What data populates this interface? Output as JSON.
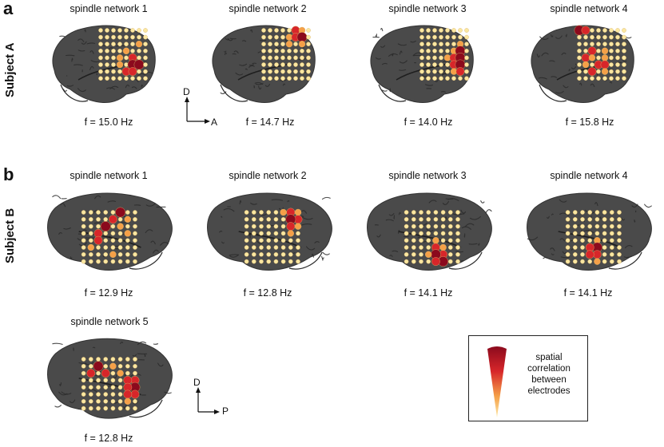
{
  "panels": [
    {
      "letter": "a",
      "subject": "Subject A",
      "networks": [
        {
          "title": "spindle network 1",
          "freq": "f = 15.0 Hz"
        },
        {
          "title": "spindle network 2",
          "freq": "f = 14.7 Hz"
        },
        {
          "title": "spindle network 3",
          "freq": "f = 14.0 Hz"
        },
        {
          "title": "spindle network 4",
          "freq": "f = 15.8 Hz"
        }
      ]
    },
    {
      "letter": "b",
      "subject": "Subject B",
      "networks": [
        {
          "title": "spindle network 1",
          "freq": "f = 12.9 Hz"
        },
        {
          "title": "spindle network 2",
          "freq": "f = 12.8 Hz"
        },
        {
          "title": "spindle network 3",
          "freq": "f = 14.1 Hz"
        },
        {
          "title": "spindle network 4",
          "freq": "f = 14.1 Hz"
        },
        {
          "title": "spindle network 5",
          "freq": "f = 12.8 Hz"
        }
      ]
    }
  ],
  "axes": {
    "a": {
      "up": "D",
      "right": "A"
    },
    "b": {
      "up": "D",
      "right": "P"
    }
  },
  "legend": {
    "text_line1": "spatial",
    "text_line2": "correlation",
    "text_line3": "between",
    "text_line4": "electrodes"
  },
  "colors": {
    "brain": "#4a4a4a",
    "sulcus": "#2a2a2a",
    "electrode_low": "#fbe7a1",
    "electrode_mid": "#f5a048",
    "electrode_high": "#d7262a",
    "electrode_max": "#8b0a1d"
  }
}
